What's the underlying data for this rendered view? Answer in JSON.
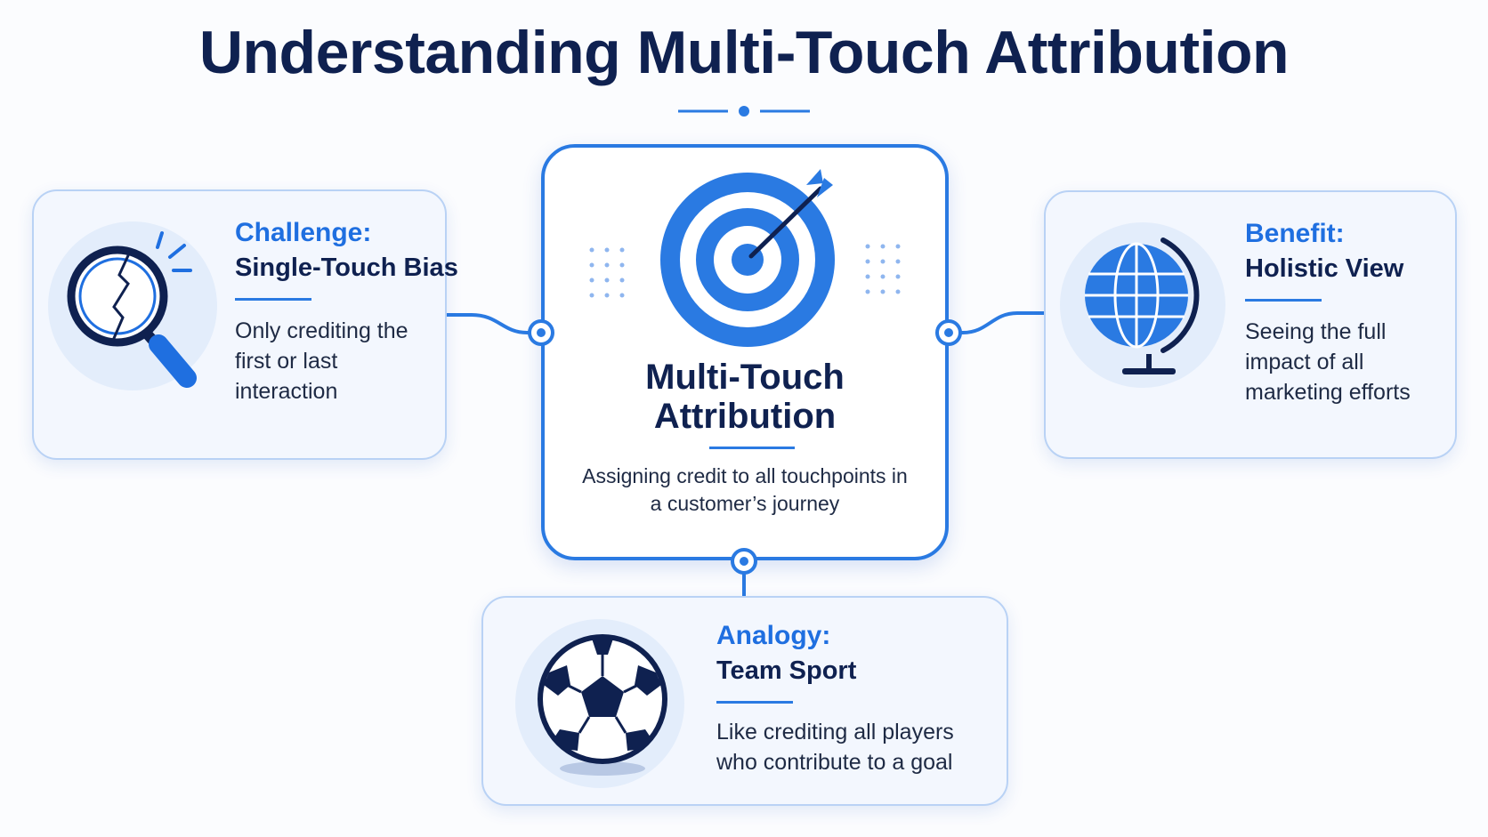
{
  "title": "Understanding Multi-Touch Attribution",
  "colors": {
    "accent": "#2a7ae2",
    "navy": "#0f2150",
    "card_bg": "#f3f7fe",
    "card_border": "#b9d2f5"
  },
  "center": {
    "icon": "target-arrow-icon",
    "heading_line1": "Multi-Touch",
    "heading_line2": "Attribution",
    "description": "Assigning credit to all touchpoints in a customer’s journey"
  },
  "cards": {
    "challenge": {
      "icon": "cracked-magnifier-icon",
      "label": "Challenge:",
      "heading": "Single-Touch Bias",
      "description": "Only crediting the first or last interaction"
    },
    "benefit": {
      "icon": "globe-icon",
      "label": "Benefit:",
      "heading": "Holistic View",
      "description": "Seeing the full impact of all marketing efforts"
    },
    "analogy": {
      "icon": "soccer-ball-icon",
      "label": "Analogy:",
      "heading": "Team Sport",
      "description": "Like crediting all players who contribute to a goal"
    }
  }
}
